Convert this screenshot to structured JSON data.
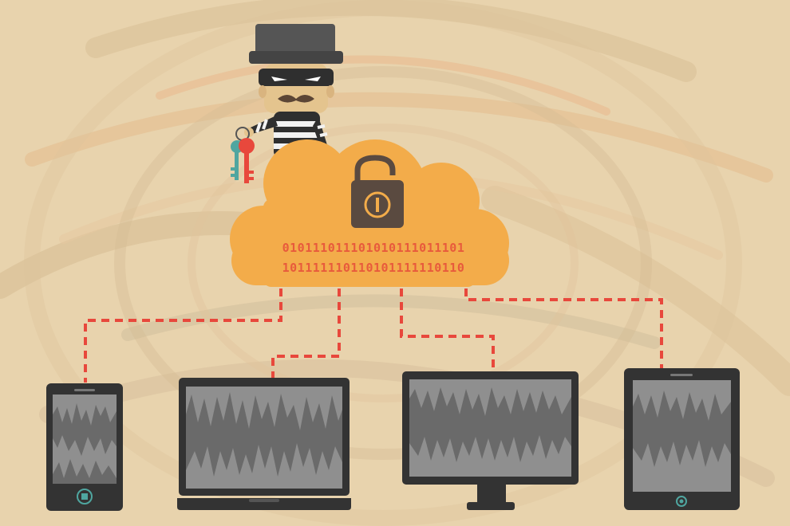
{
  "cloud": {
    "binary_lines": [
      "010111011101010111011101",
      "101111110110101111110110"
    ],
    "lock_state": "unlocked-padlock-icon"
  },
  "thief": {
    "holding": "keys-icon"
  },
  "devices": [
    {
      "name": "smartphone"
    },
    {
      "name": "laptop"
    },
    {
      "name": "desktop-monitor"
    },
    {
      "name": "tablet"
    }
  ],
  "colors": {
    "background": "#e8d3ad",
    "cloud": "#f3ac4a",
    "binary_text": "#e85a3c",
    "dashed_link": "#e8483c",
    "device_frame": "#333333",
    "screen": "#8f8f8f",
    "lock": "#5a4a40",
    "key_red": "#e8483c",
    "key_teal": "#4fa6a0"
  }
}
